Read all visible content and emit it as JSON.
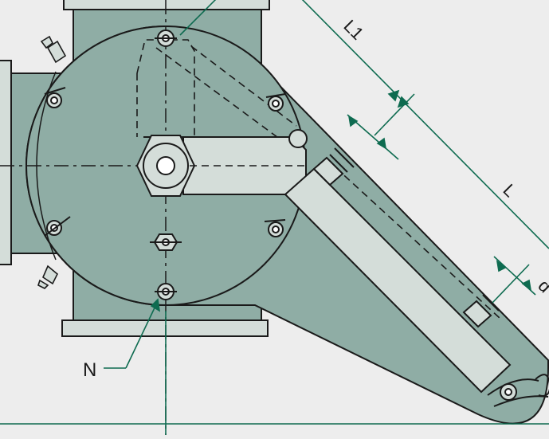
{
  "labels": {
    "l1": "L1",
    "l": "L",
    "d": "d",
    "n": "N"
  },
  "colors": {
    "background": "#ededed",
    "body_fill": "#8fada5",
    "part_fill": "#d4ddd9",
    "line": "#1a1a1a",
    "dimension": "#0e6b50"
  }
}
